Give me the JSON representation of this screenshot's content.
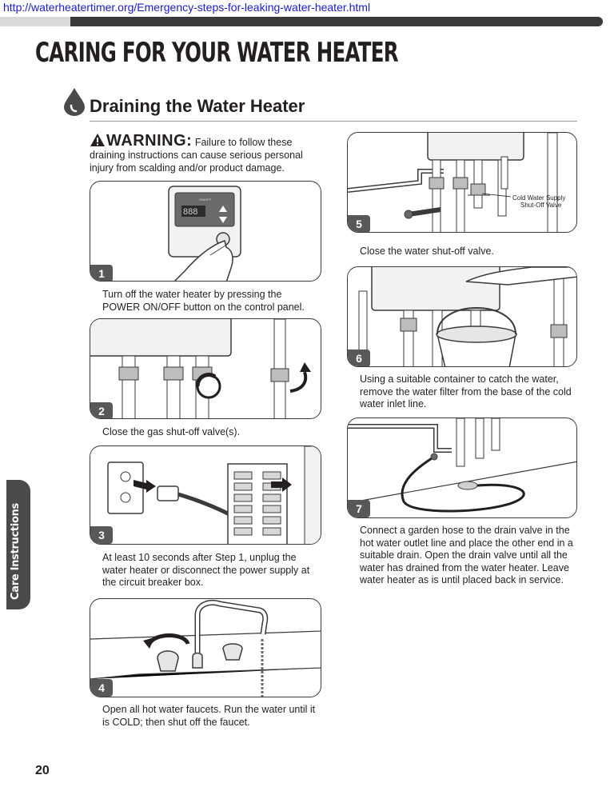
{
  "header": {
    "url": "http://waterheatertimer.org/Emergency-steps-for-leaking-water-heater.html",
    "main_title": "CARING FOR YOUR WATER HEATER",
    "section_title": "Draining the Water Heater"
  },
  "warning": {
    "label": "WARNING:",
    "text": "Failure to follow these draining instructions can cause serious personal injury from scalding and/or product damage."
  },
  "steps": [
    {
      "number": "1",
      "caption": "Turn off the water heater by pressing the POWER ON/OFF button on the control panel.",
      "panel_label": "ON/OFF",
      "display": "888"
    },
    {
      "number": "2",
      "caption": "Close the gas shut-off valve(s)."
    },
    {
      "number": "3",
      "caption": "At least 10 seconds after Step 1, unplug the water heater or disconnect the power supply at the circuit breaker box."
    },
    {
      "number": "4",
      "caption": "Open all hot water faucets. Run the water until it is COLD; then shut off the faucet."
    },
    {
      "number": "5",
      "caption": "Close the water shut-off valve.",
      "callout": "Cold Water Supply Shut-Off Valve",
      "callout_line1": "Cold Water Supply",
      "callout_line2": "Shut-Off Valve"
    },
    {
      "number": "6",
      "caption": "Using a suitable container to catch the water, remove the water filter from the base of the cold water inlet line."
    },
    {
      "number": "7",
      "caption": "Connect a garden hose to the drain valve in the hot water outlet line and place the other end in a suitable drain. Open the drain valve until all the water has drained from the water heater. Leave water heater as is until placed back in service."
    }
  ],
  "side_tab": "Care Instructions",
  "page_number": "20"
}
